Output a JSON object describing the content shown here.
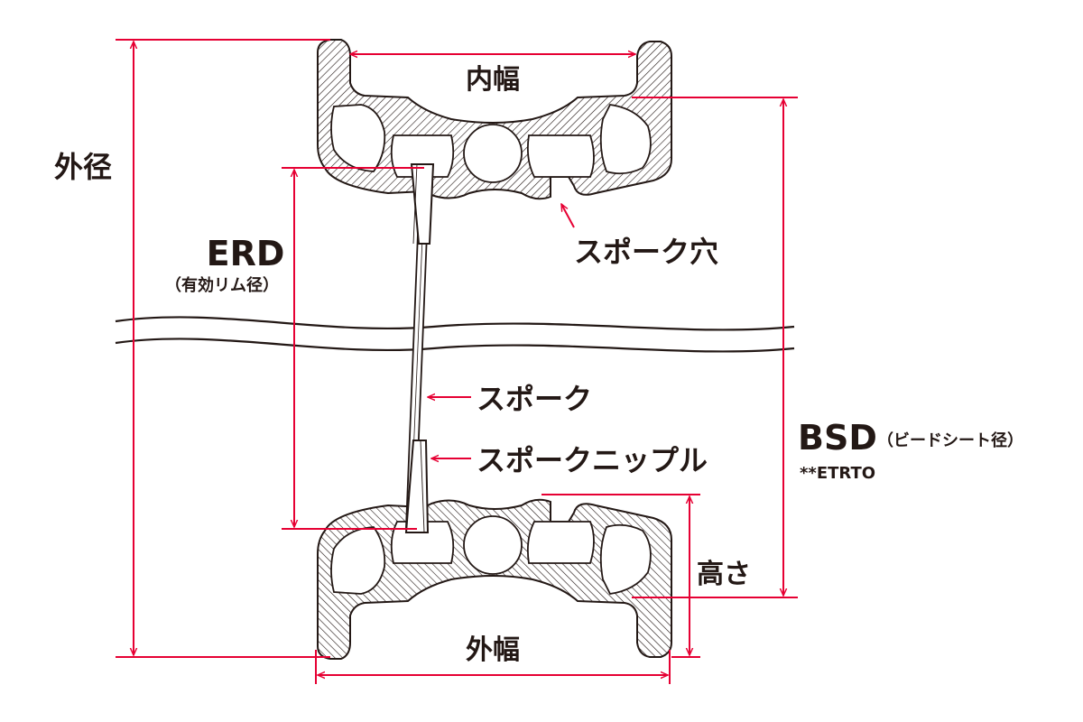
{
  "labels": {
    "inner_width": "内幅",
    "outer_diameter": "外径",
    "erd_main": "ERD",
    "erd_sub": "（有効リム径）",
    "spoke_hole": "スポーク穴",
    "spoke": "スポーク",
    "spoke_nipple": "スポークニップル",
    "bsd_main": "BSD",
    "bsd_sub": "（ビードシート径）",
    "etrto": "**ETRTO",
    "height": "高さ",
    "outer_width": "外幅"
  },
  "colors": {
    "dimension": "#e60033",
    "outline": "#231815",
    "hatch": "#231815",
    "text": "#231815"
  }
}
